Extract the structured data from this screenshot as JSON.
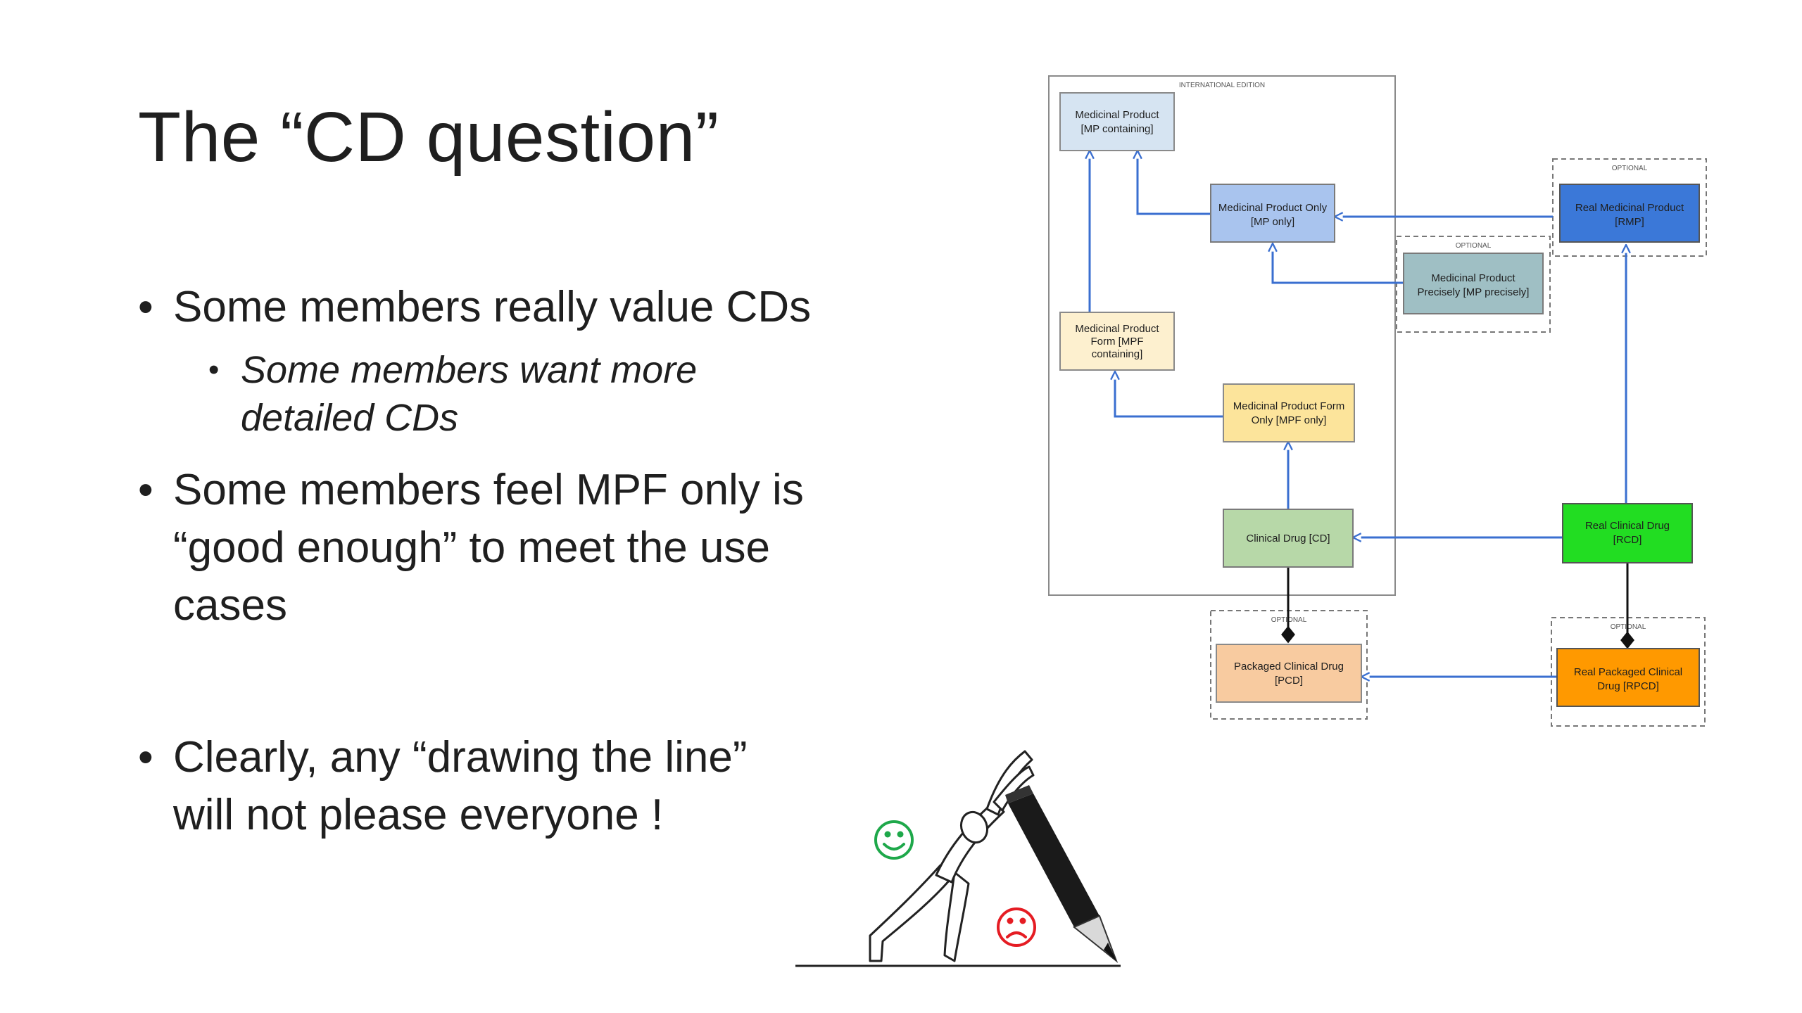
{
  "slide": {
    "title": "The “CD question”",
    "bullets": [
      {
        "lines": [
          "Some members really value CDs"
        ]
      },
      {
        "lines": [
          "Some members want more",
          "detailed CDs"
        ],
        "sub": true
      },
      {
        "lines": [
          "Some members feel MPF only is",
          "“good enough” to meet the use",
          "cases"
        ]
      },
      {
        "lines": [
          "Clearly, any “drawing the line”",
          "will not please everyone !"
        ]
      }
    ]
  },
  "diagram": {
    "group_labels": {
      "international": "INTERNATIONAL EDITION",
      "optional_rmp": "OPTIONAL",
      "optional_mpp": "OPTIONAL",
      "optional_pcd": "OPTIONAL",
      "optional_rpcd": "OPTIONAL"
    },
    "nodes": {
      "mp_containing": [
        "Medicinal Product",
        "[MP containing]"
      ],
      "mp_only": [
        "Medicinal Product Only",
        "[MP only]"
      ],
      "mp_precisely": [
        "Medicinal Product",
        "Precisely [MP precisely]"
      ],
      "rmp": [
        "Real Medicinal Product",
        "[RMP]"
      ],
      "mpf_containing": [
        "Medicinal Product",
        "Form [MPF",
        "containing]"
      ],
      "mpf_only": [
        "Medicinal Product Form",
        "Only [MPF only]"
      ],
      "cd": [
        "Clinical Drug [CD]"
      ],
      "rcd": [
        "Real Clinical Drug",
        "[RCD]"
      ],
      "pcd": [
        "Packaged Clinical Drug",
        "[PCD]"
      ],
      "rpcd": [
        "Real Packaged Clinical",
        "Drug [RPCD]"
      ]
    },
    "colors": {
      "mp_containing": "#d6e4f2",
      "mp_only": "#a9c4ee",
      "mp_precisely": "#9fbfc4",
      "rmp": "#3b78d8",
      "mpf_containing": "#fdf0cf",
      "mpf_only": "#fce49b",
      "cd": "#b7d8a8",
      "rcd": "#22dd22",
      "pcd": "#f8cba0",
      "rpcd": "#ff9900",
      "arrow": "#3a6fd0",
      "happy": "#1ea84a",
      "sad": "#e51c23"
    }
  },
  "illustration": {
    "subject": "stick figure pushing a giant pencil",
    "icons": [
      "happy-face-icon",
      "sad-face-icon"
    ]
  }
}
